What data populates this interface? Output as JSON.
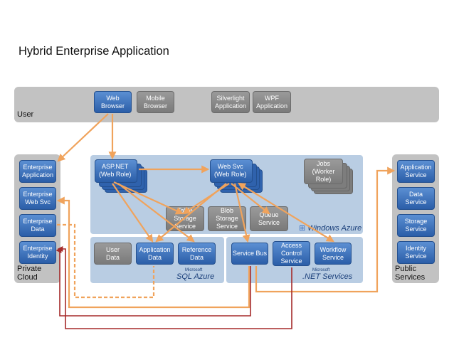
{
  "title": "Hybrid Enterprise Application",
  "regions": {
    "user": "User",
    "private_cloud": "Private\nCloud",
    "public_services": "Public\nServices"
  },
  "user_apps": [
    "Web\nBrowser",
    "Mobile\nBrowser",
    "Silverlight\nApplication",
    "WPF\nApplication"
  ],
  "private": [
    "Enterprise\nApplication",
    "Enterprise\nWeb Svc",
    "Enterprise\nData",
    "Enterprise\nIdentity"
  ],
  "public": [
    "Application\nService",
    "Data\nService",
    "Storage\nService",
    "Identity\nService"
  ],
  "azure": {
    "aspnet": "ASP.NET\n(Web Role)",
    "websvc": "Web Svc\n(Web Role)",
    "jobs": "Jobs\n(Worker\nRole)",
    "table": "Table\nStorage\nService",
    "blob": "Blob\nStorage\nService",
    "queue": "Queue\nService",
    "logo": "Windows Azure"
  },
  "sql": {
    "user_data": "User\nData",
    "app_data": "Application\nData",
    "ref_data": "Reference\nData",
    "logo_small": "Microsoft",
    "logo": "SQL Azure"
  },
  "dotnet": {
    "bus": "Service Bus",
    "acs": "Access\nControl\nService",
    "workflow": "Workflow\nService",
    "logo_small": "Microsoft",
    "logo": ".NET Services"
  },
  "colors": {
    "arrow_orange": "#f0a35c",
    "arrow_dark_red": "#a52a2a",
    "panel_blue": "#b9cde3",
    "band_gray": "#c2c2c2",
    "box_blue": "#2b5ea8",
    "box_gray": "#7a7a7a"
  }
}
